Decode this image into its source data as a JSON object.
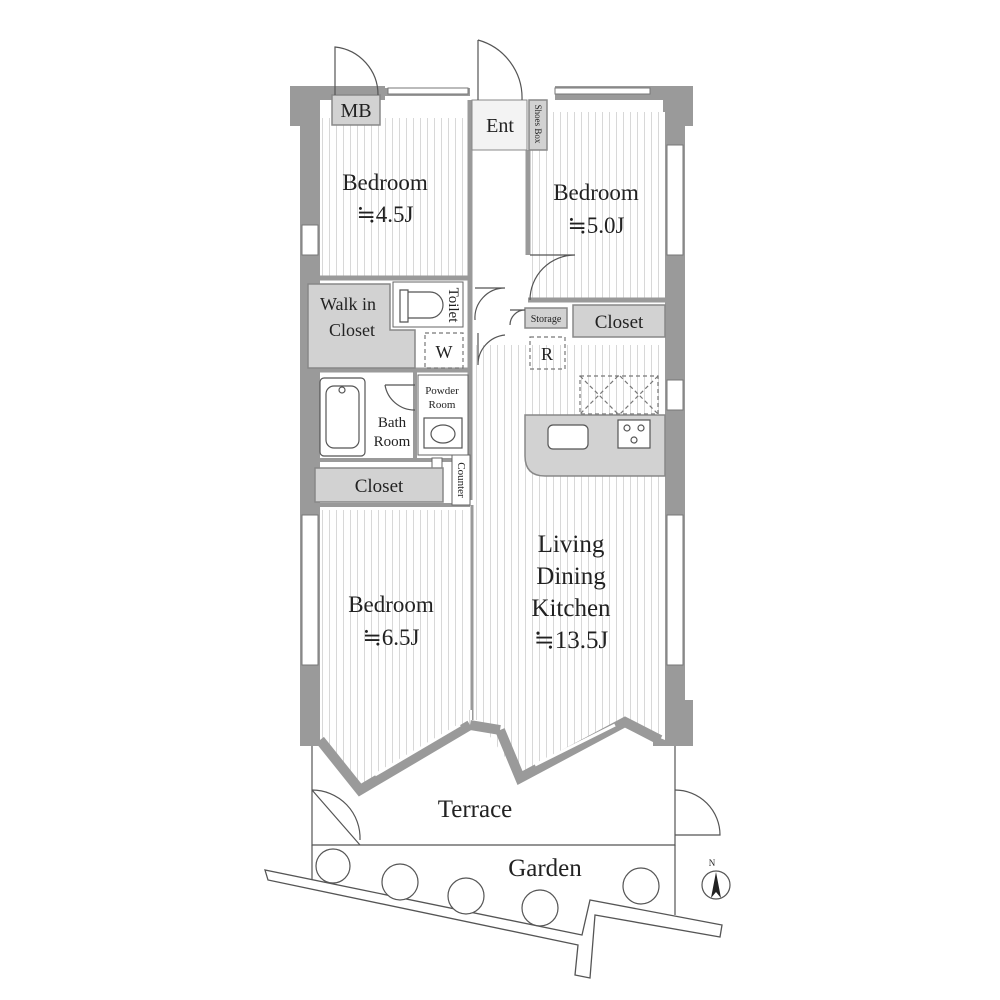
{
  "rooms": {
    "mb": "MB",
    "ent": "Ent",
    "shoes_box": "Shoes Box",
    "bedroom_nw": {
      "name": "Bedroom",
      "size": "≒4.5J"
    },
    "bedroom_ne": {
      "name": "Bedroom",
      "size": "≒5.0J"
    },
    "walk_in_closet_1": "Walk in",
    "walk_in_closet_2": "Closet",
    "toilet": "Toilet",
    "storage": "Storage",
    "closet_ne": "Closet",
    "washer": "W",
    "fridge": "R",
    "powder_room_1": "Powder",
    "powder_room_2": "Room",
    "bath_room_1": "Bath",
    "bath_room_2": "Room",
    "counter": "Counter",
    "closet_w": "Closet",
    "ldk_1": "Living",
    "ldk_2": "Dining",
    "ldk_3": "Kitchen",
    "ldk_size": "≒13.5J",
    "bedroom_sw": {
      "name": "Bedroom",
      "size": "≒6.5J"
    },
    "terrace": "Terrace",
    "garden": "Garden"
  },
  "compass": {
    "north_label": "N"
  },
  "colors": {
    "wall": "#9a9a9a",
    "closet_fill": "#d2d2d2",
    "text": "#222222"
  }
}
